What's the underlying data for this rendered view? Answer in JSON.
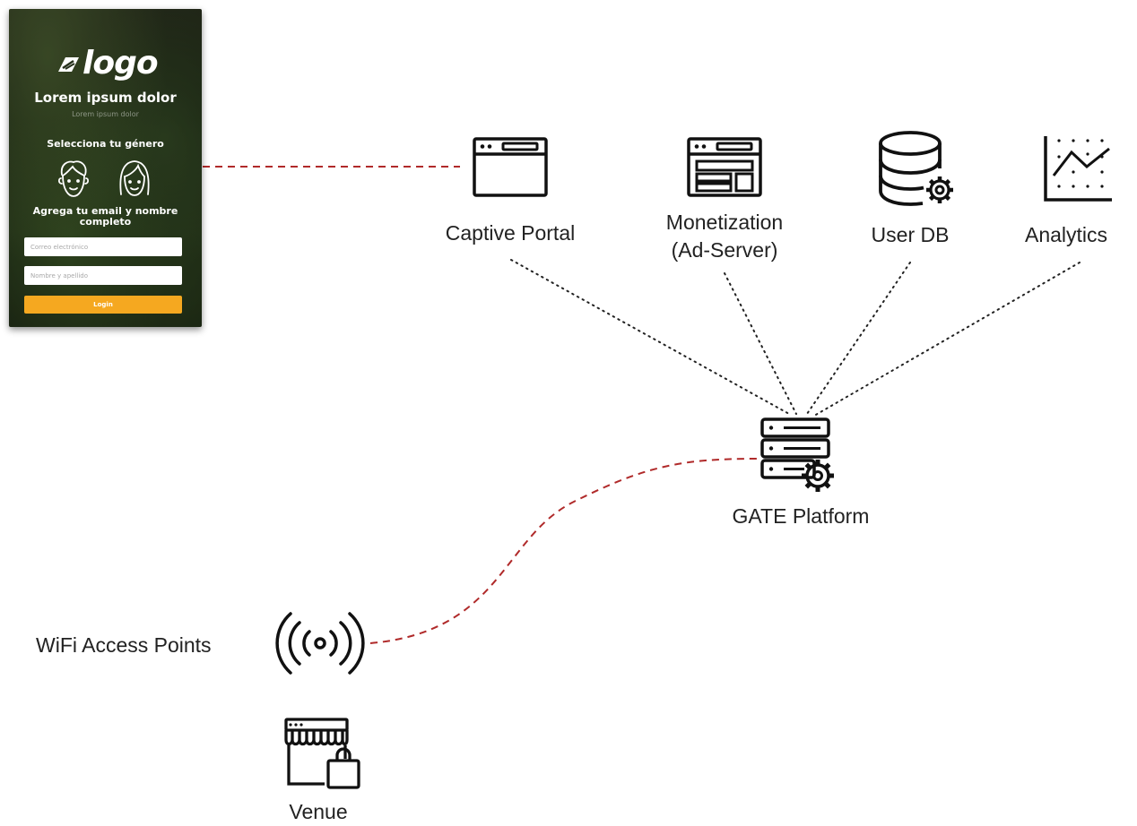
{
  "phone": {
    "logo_text": "logo",
    "title": "Lorem ipsum dolor",
    "subtitle": "Lorem ipsum dolor",
    "gender_prompt": "Selecciona tu género",
    "email_prompt": "Agrega tu email y nombre completo",
    "email_placeholder": "Correo electrónico",
    "name_placeholder": "Nombre y apellido",
    "login_label": "Login"
  },
  "nodes": {
    "captive_portal": {
      "label": "Captive Portal",
      "icon": "browser-window-icon"
    },
    "monetization": {
      "label_line1": "Monetization",
      "label_line2": "(Ad-Server)",
      "icon": "ad-layout-icon"
    },
    "user_db": {
      "label": "User DB",
      "icon": "database-gear-icon"
    },
    "analytics": {
      "label": "Analytics",
      "icon": "line-chart-icon"
    },
    "gate_platform": {
      "label": "GATE Platform",
      "icon": "server-gear-icon"
    },
    "wifi": {
      "label": "WiFi Access Points",
      "icon": "wifi-signal-icon"
    },
    "venue": {
      "label": "Venue",
      "icon": "store-bag-icon"
    }
  },
  "colors": {
    "link_dashed": "#b02a2a",
    "link_dotted": "#222222",
    "login_button": "#f5a820",
    "icon_stroke": "#111111"
  }
}
